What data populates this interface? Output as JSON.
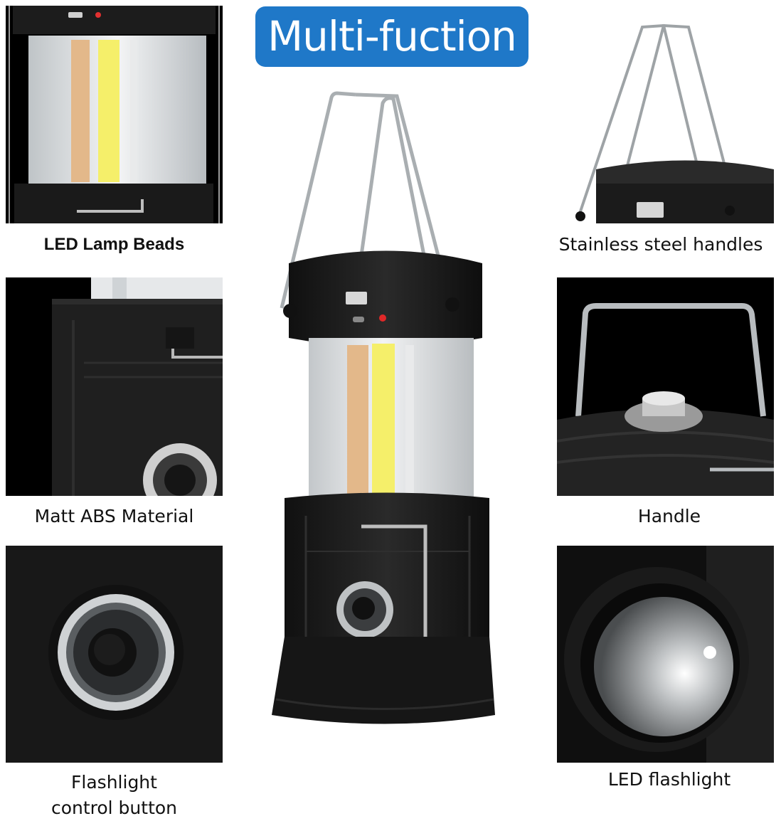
{
  "title": "Multi-fuction",
  "colors": {
    "badge": "#1f78c8",
    "panel_background": "#000000",
    "lamp_body": "#1c1c1c",
    "cob_strip": "#f5ef6a",
    "warm_strip": "#e3b88a"
  },
  "features": [
    {
      "caption": "LED Lamp Beads",
      "icon": "led-lamp-beads-photo"
    },
    {
      "caption": "Stainless steel handles",
      "icon": "steel-handles-photo"
    },
    {
      "caption": "Matt ABS Material",
      "icon": "abs-material-photo"
    },
    {
      "caption": "Handle",
      "icon": "handle-photo"
    },
    {
      "caption": "Flashlight control button",
      "line1": "Flashlight",
      "line2": "control button",
      "icon": "control-button-photo"
    },
    {
      "caption": "LED flashlight",
      "icon": "flashlight-photo"
    }
  ],
  "product": {
    "icon": "camping-lantern-photo"
  }
}
